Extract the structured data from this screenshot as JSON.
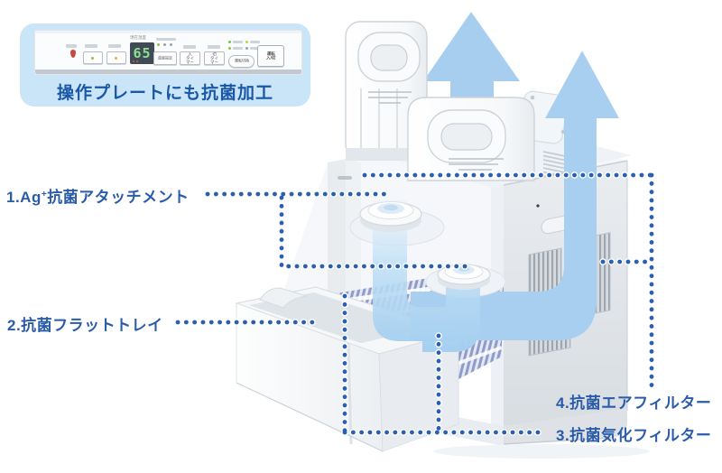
{
  "callout": {
    "caption": "操作プレートにも抗菌加工",
    "panel": {
      "water_supply_label": "給水",
      "display_value": "65",
      "display_label": "現在湿度",
      "humidity_set_button": "湿度設定",
      "timer_on_button": "入\nタイマー",
      "timer_off_button": "切\nタイマー",
      "mode_button": "運転切換",
      "power_button": "運転\n入/切"
    }
  },
  "part_labels": {
    "attachment_pre": "1.Ag",
    "attachment_sup": "+",
    "attachment_post": "抗菌アタッチメント",
    "flat_tray": "2.抗菌フラットトレイ",
    "air_filter": "4.抗菌エアフィルター",
    "vapor_filter": "3.抗菌気化フィルター"
  },
  "colors": {
    "arrow_blue": "#A7CEEF",
    "flow_blue": "#ABD3F1",
    "dot_blue": "#2B60AD",
    "label_blue": "#2A5CA9",
    "callout_bg": "#C9E5F7",
    "caption_blue": "#1A57A6",
    "filter_stripe": "#8E9CC7"
  }
}
